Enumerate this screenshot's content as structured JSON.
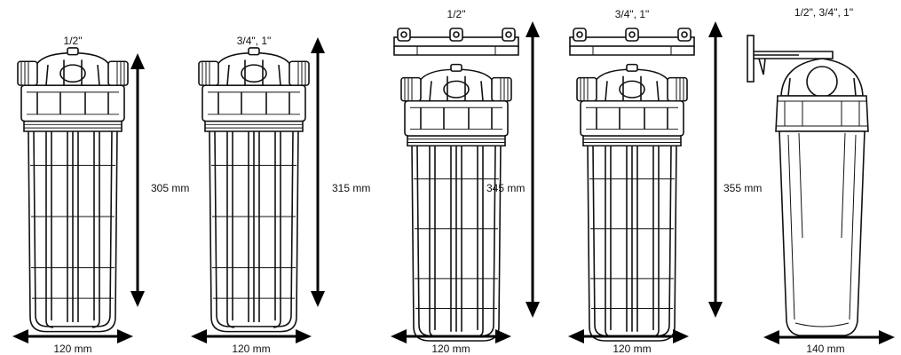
{
  "figure": {
    "items": [
      {
        "port": "1/2\"",
        "height": "305 mm",
        "width": "120 mm",
        "variant": "standard"
      },
      {
        "port": "3/4\", 1\"",
        "height": "315 mm",
        "width": "120 mm",
        "variant": "standard"
      },
      {
        "port": "1/2\"",
        "height": "345 mm",
        "width": "120 mm",
        "variant": "with-bracket"
      },
      {
        "port": "3/4\", 1\"",
        "height": "355 mm",
        "width": "120 mm",
        "variant": "with-bracket"
      },
      {
        "port": "1/2\", 3/4\", 1\"",
        "height": "",
        "width": "140 mm",
        "variant": "wall-mount"
      }
    ]
  },
  "colors": {
    "line": "#111111",
    "arrow": "#000000",
    "background": "#ffffff"
  }
}
